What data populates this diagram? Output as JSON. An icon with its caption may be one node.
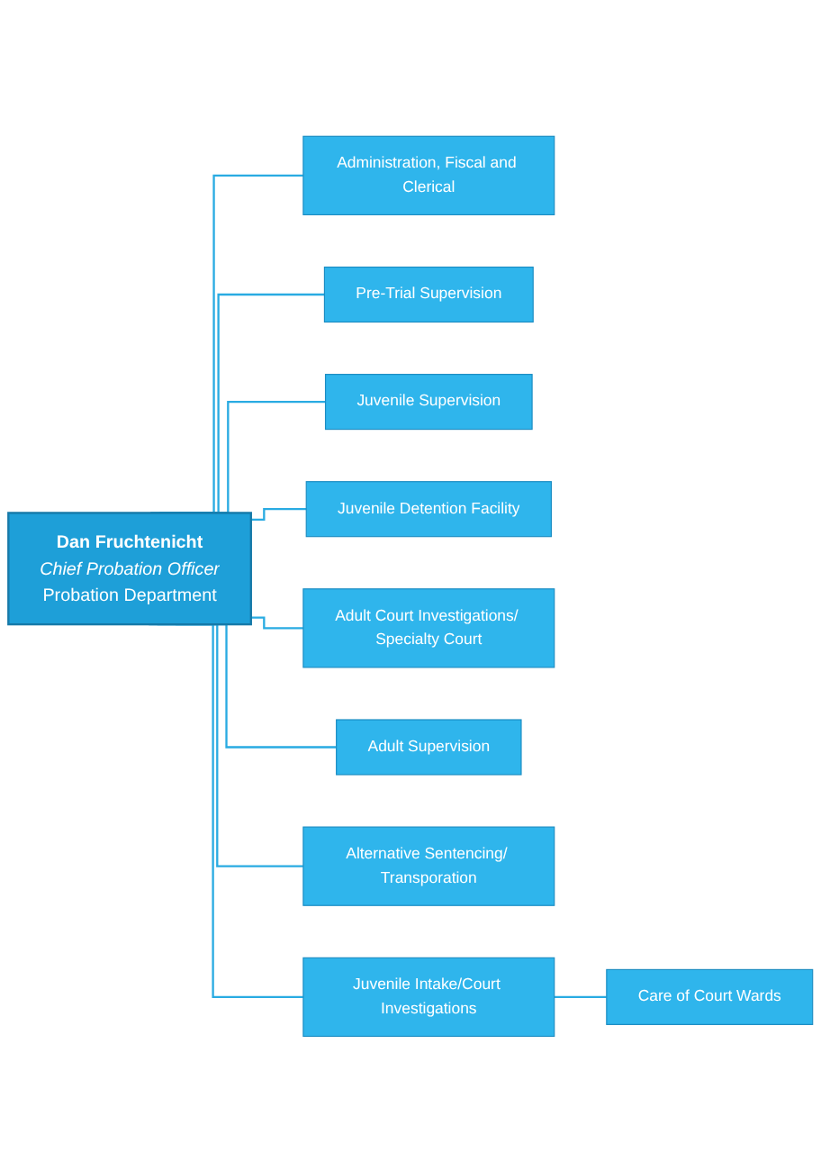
{
  "diagram": {
    "nodes": [
      {
        "text": [
          "Dan Fruchtenicht",
          "Chief Probation Officer",
          "Probation Department"
        ]
      },
      {
        "text": [
          "Administration, Fiscal and Clerical"
        ]
      },
      {
        "text": [
          "Pre-Trial Supervision"
        ]
      },
      {
        "text": [
          "Juvenile Supervision"
        ]
      },
      {
        "text": [
          "Juvenile Detention Facility"
        ]
      },
      {
        "text": [
          "Adult Court Investigations/ Specialty Court"
        ]
      },
      {
        "text": [
          "Adult Supervision"
        ]
      },
      {
        "text": [
          "Alternative Sentencing/ Transporation"
        ]
      },
      {
        "text": [
          "Juvenile Intake/Court Investigations"
        ]
      },
      {
        "text": [
          "Care of Court Wards"
        ]
      }
    ],
    "edges": [
      {
        "from": 0,
        "to": 1,
        "arrow": "none"
      },
      {
        "from": 0,
        "to": 2,
        "arrow": "none"
      },
      {
        "from": 0,
        "to": 3,
        "arrow": "none"
      },
      {
        "from": 0,
        "to": 4,
        "arrow": "none"
      },
      {
        "from": 0,
        "to": 5,
        "arrow": "none"
      },
      {
        "from": 0,
        "to": 6,
        "arrow": "none"
      },
      {
        "from": 0,
        "to": 7,
        "arrow": "none"
      },
      {
        "from": 0,
        "to": 8,
        "arrow": "none"
      },
      {
        "from": 8,
        "to": 9,
        "arrow": "none"
      }
    ]
  }
}
